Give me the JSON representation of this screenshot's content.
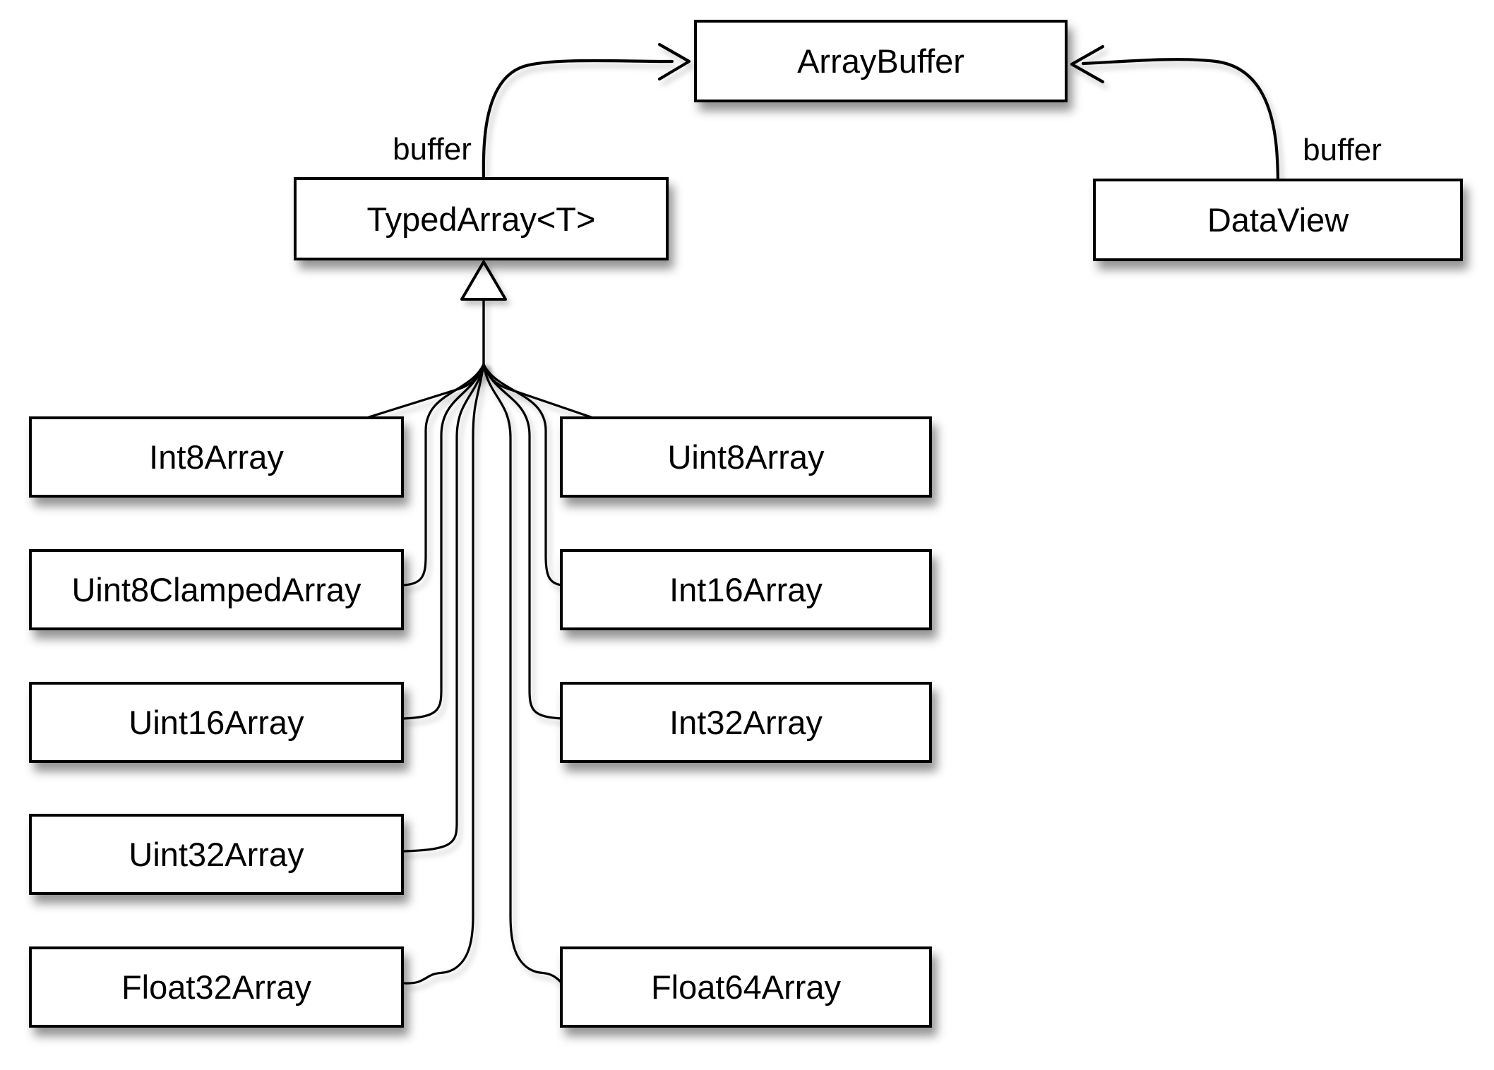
{
  "diagram": {
    "nodes": {
      "arrayBuffer": {
        "label": "ArrayBuffer"
      },
      "typedArray": {
        "label": "TypedArray<T>"
      },
      "dataView": {
        "label": "DataView"
      },
      "leftColumn": [
        {
          "label": "Int8Array"
        },
        {
          "label": "Uint8ClampedArray"
        },
        {
          "label": "Uint16Array"
        },
        {
          "label": "Uint32Array"
        },
        {
          "label": "Float32Array"
        }
      ],
      "rightColumn": [
        {
          "label": "Uint8Array"
        },
        {
          "label": "Int16Array"
        },
        {
          "label": "Int32Array"
        },
        {
          "label": "Float64Array"
        }
      ]
    },
    "edgeLabels": {
      "typedArray": "buffer",
      "dataView": "buffer"
    },
    "edges": [
      {
        "from": "TypedArray<T>",
        "to": "ArrayBuffer",
        "label": "buffer",
        "type": "reference-arrow"
      },
      {
        "from": "DataView",
        "to": "ArrayBuffer",
        "label": "buffer",
        "type": "reference-arrow"
      },
      {
        "type": "inheritance",
        "parent": "TypedArray<T>",
        "children": [
          "Int8Array",
          "Uint8Array",
          "Uint8ClampedArray",
          "Int16Array",
          "Uint16Array",
          "Int32Array",
          "Uint32Array",
          "Float32Array",
          "Float64Array"
        ]
      }
    ],
    "colors": {
      "background": "#ffffff",
      "boxFill": "#ffffff",
      "stroke": "#000000",
      "shadow": "rgba(0,0,0,0.42)"
    }
  }
}
